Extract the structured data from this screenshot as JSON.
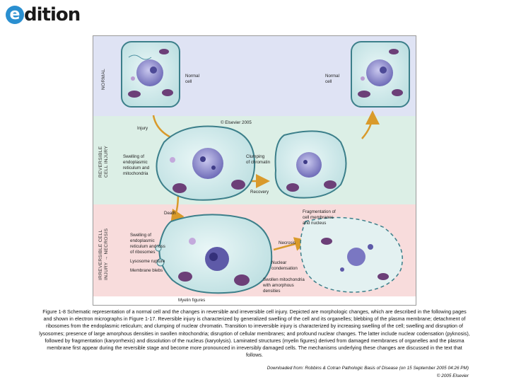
{
  "logo": {
    "letter": "e",
    "text": "dition"
  },
  "figure": {
    "zones": {
      "normal": "NORMAL",
      "reversible_line1": "REVERSIBLE",
      "reversible_line2": "CELL INJURY",
      "irreversible_line1": "IRREVERSIBLE CELL",
      "irreversible_line2": "INJURY → NECROSIS"
    },
    "labels": {
      "normal_cell_left_1": "Normal",
      "normal_cell_left_2": "cell",
      "normal_cell_right_1": "Normal",
      "normal_cell_right_2": "cell",
      "injury": "Injury",
      "swelling_1": "Swelling of",
      "swelling_2": "endoplasmic",
      "swelling_3": "reticulum and",
      "swelling_4": "mitochondria",
      "clumping_1": "Clumping",
      "clumping_2": "of chromatin",
      "recovery": "Recovery",
      "copyright": "© Elsevier 2005",
      "death": "Death",
      "fragmentation_1": "Fragmentation of",
      "fragmentation_2": "cell membranes",
      "fragmentation_3": "and nucleus",
      "necrosis": "Necrosis",
      "swelling_loss_1": "Swelling of",
      "swelling_loss_2": "endoplasmic",
      "swelling_loss_3": "reticulum and loss",
      "swelling_loss_4": "of ribosomes",
      "lysosome_rupture": "Lysosome rupture",
      "membrane_blebs": "Membrane blebs",
      "myelin_figures": "Myelin figures",
      "nuclear_condensation_1": "Nuclear",
      "nuclear_condensation_2": "condensation",
      "swollen_mito_1": "Swollen mitochondria",
      "swollen_mito_2": "with amorphous",
      "swollen_mito_3": "densities"
    },
    "colors": {
      "normal_band": "#dfe3f4",
      "reversible_band": "#dcefe6",
      "irreversible_band": "#f8dcdc",
      "cell_fill": "#cfe9ea",
      "cell_stroke": "#3c7f8a",
      "nucleus": "#8a88c9",
      "mitochondria": "#6c3f78",
      "arrow": "#d99a2b"
    }
  },
  "caption": "Figure 1-8 Schematic representation of a normal cell and the changes in reversible and irreversible cell injury. Depicted are morphologic changes, which are described in the following pages and shown in electron micrographs in Figure 1-17. Reversible injury is characterized by generalized swelling of the cell and its organelles; blebbing of the plasma membrane; detachment of ribosomes from the endoplasmic reticulum; and clumping of nuclear chromatin. Transition to irreversible injury is characterized by increasing swelling of the cell; swelling and disruption of lysosomes; presence of large amorphous densities in swollen mitochondria; disruption of cellular membranes; and profound nuclear changes. The latter include nuclear codensation (pyknosis), followed by fragmentation (karyorrhexis) and dissolution of the nucleus (karyolysis). Laminated structures (myelin figures) derived from damaged membranes of organelles and the plasma membrane first appear during the reversible stage and become more pronounced in irreversibly damaged cells. The mechanisms underlying these changes are discussed in the text that follows.",
  "credit_line1": "Downloaded from: Robbins & Cotran Pathologic Basis of Disease (on 15 September 2005 04:26 PM)",
  "credit_line2": "© 2005 Elsevier"
}
